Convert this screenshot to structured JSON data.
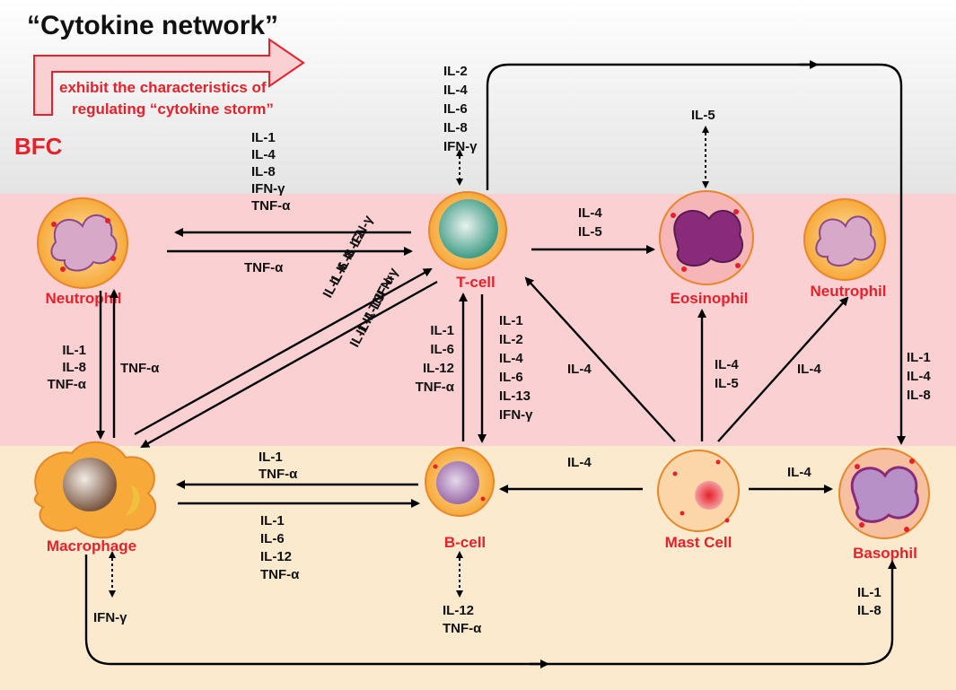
{
  "title": "“Cytokine network”",
  "subtitle_lines": [
    "exhibit the characteristics of",
    "regulating “cytokine storm”"
  ],
  "corner_label": "BFC",
  "colors": {
    "top_band": "#e8e8e8",
    "middle_band": "#fbd0d3",
    "bottom_band": "#fbeacd",
    "accent": "#e8202a"
  },
  "cells": {
    "neutrophil_left": "Neutrophil",
    "t_cell": "T-cell",
    "eosinophil": "Eosinophil",
    "neutrophil_right": "Neutrophil",
    "macrophage": "Macrophage",
    "b_cell": "B-cell",
    "mast_cell": "Mast Cell",
    "basophil": "Basophil"
  },
  "labels": {
    "t_top": [
      "IL-2",
      "IL-4",
      "IL-6",
      "IL-8",
      "IFN-γ"
    ],
    "t_to_neutrophil": [
      "IL-1",
      "IL-4",
      "IL-8",
      "IFN-γ",
      "TNF-α"
    ],
    "neutrophil_to_t": [
      "TNF-α"
    ],
    "eos_top": [
      "IL-5"
    ],
    "t_to_eos": [
      "IL-4",
      "IL-5"
    ],
    "neutrophil_macrophage_left": [
      "IL-1",
      "IL-8",
      "TNF-α"
    ],
    "neutrophil_macrophage_right": [
      "TNF-α"
    ],
    "diag_upper": [
      "IL-1",
      "IL-6",
      "IL-8",
      "IL-12",
      "IFN-γ"
    ],
    "diag_lower": [
      "IL-1",
      "IL-4",
      "IL-13",
      "TNF-α",
      "IFN-γ"
    ],
    "b_to_t": [
      "IL-1",
      "IL-6",
      "IL-12",
      "TNF-α"
    ],
    "t_to_b": [
      "IL-1",
      "IL-2",
      "IL-4",
      "IL-6",
      "IL-13",
      "IFN-γ"
    ],
    "mast_to_t": [
      "IL-4"
    ],
    "mast_to_eos": [
      "IL-4",
      "IL-5"
    ],
    "mast_to_neutrophil": [
      "IL-4"
    ],
    "t_to_basophil": [
      "IL-1",
      "IL-4",
      "IL-8"
    ],
    "b_to_macrophage": [
      "IL-1",
      "TNF-α"
    ],
    "macrophage_to_b": [
      "IL-1",
      "IL-6",
      "IL-12",
      "TNF-α"
    ],
    "mast_to_b": [
      "IL-4"
    ],
    "mast_to_basophil": [
      "IL-4"
    ],
    "macrophage_bottom": [
      "IFN-γ"
    ],
    "b_bottom": [
      "IL-12",
      "TNF-α"
    ],
    "basophil_bottom": [
      "IL-1",
      "IL-8"
    ]
  }
}
